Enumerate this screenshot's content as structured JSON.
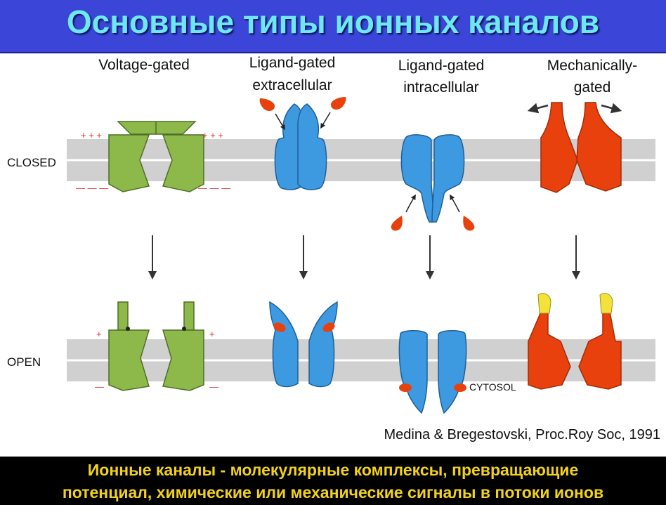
{
  "title": "Основные типы ионных каналов",
  "columns": {
    "voltage": "Voltage-gated",
    "ligand_ext": [
      "Ligand-gated",
      "extracellular"
    ],
    "ligand_int": [
      "Ligand-gated",
      "intracellular"
    ],
    "mechanical": [
      "Mechanically-",
      "gated"
    ]
  },
  "states": {
    "closed": "CLOSED",
    "open": "OPEN"
  },
  "charges": {
    "plus3": "+ + +",
    "minus3": "— — —",
    "plus": "+",
    "minus": "—"
  },
  "cytosol": "CYTOSOL",
  "citation": "Medina & Bregestovski, Proc.Roy Soc, 1991",
  "footer": [
    "Ионные каналы - молекулярные комплексы, превращающие",
    "потенциал, химические или механические сигналы в потоки ионов"
  ],
  "colors": {
    "title_bg": "#3b46d8",
    "title_text": "#6ee8f0",
    "membrane": "#d0d0d0",
    "voltage_channel": "#8db84a",
    "ligand_channel": "#3d9ae0",
    "mechanical_channel": "#e8410e",
    "ligand_drop": "#e8410e",
    "mechanical_tip": "#f2e23a",
    "charge": "#e8323c",
    "footer_bg": "#000000",
    "footer_text": "#f2d21b"
  }
}
